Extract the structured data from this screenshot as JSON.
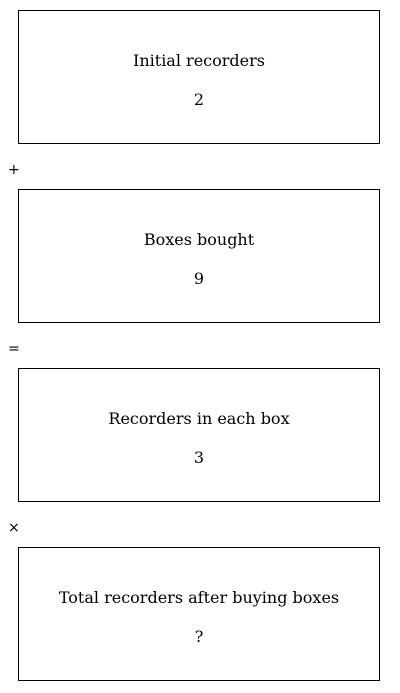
{
  "cards": [
    {
      "label": "Initial recorders",
      "value": "2"
    },
    {
      "label": "Boxes bought",
      "value": "9"
    },
    {
      "label": "Recorders in each box",
      "value": "3"
    },
    {
      "label": "Total recorders after buying boxes",
      "value": "?"
    }
  ],
  "operators": [
    "+",
    "=",
    "×"
  ]
}
